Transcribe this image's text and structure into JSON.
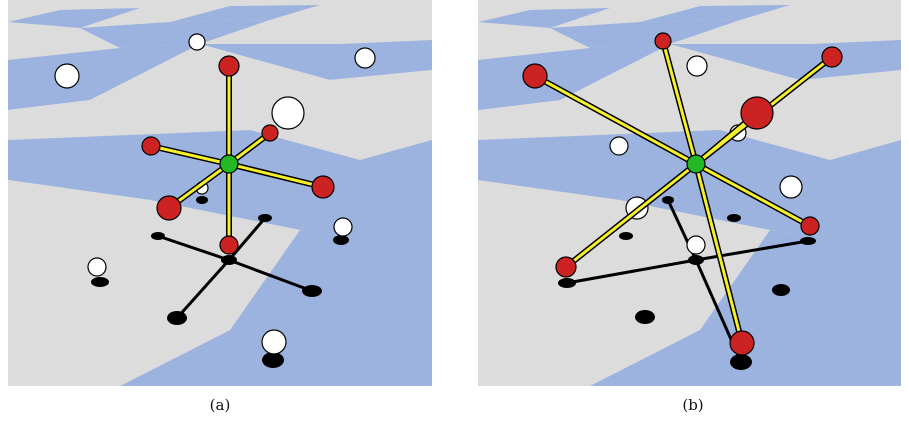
{
  "panels": [
    {
      "id": "a",
      "caption": "(a)"
    },
    {
      "id": "b",
      "caption": "(b)"
    }
  ],
  "colors": {
    "floor_light": "#dcdcdc",
    "floor_blue": "#9db3df",
    "hub": "#23b823",
    "endpoint": "#cc2222",
    "rod": "#f5f02a",
    "marker": "#ffffff",
    "shadow": "#000000"
  }
}
